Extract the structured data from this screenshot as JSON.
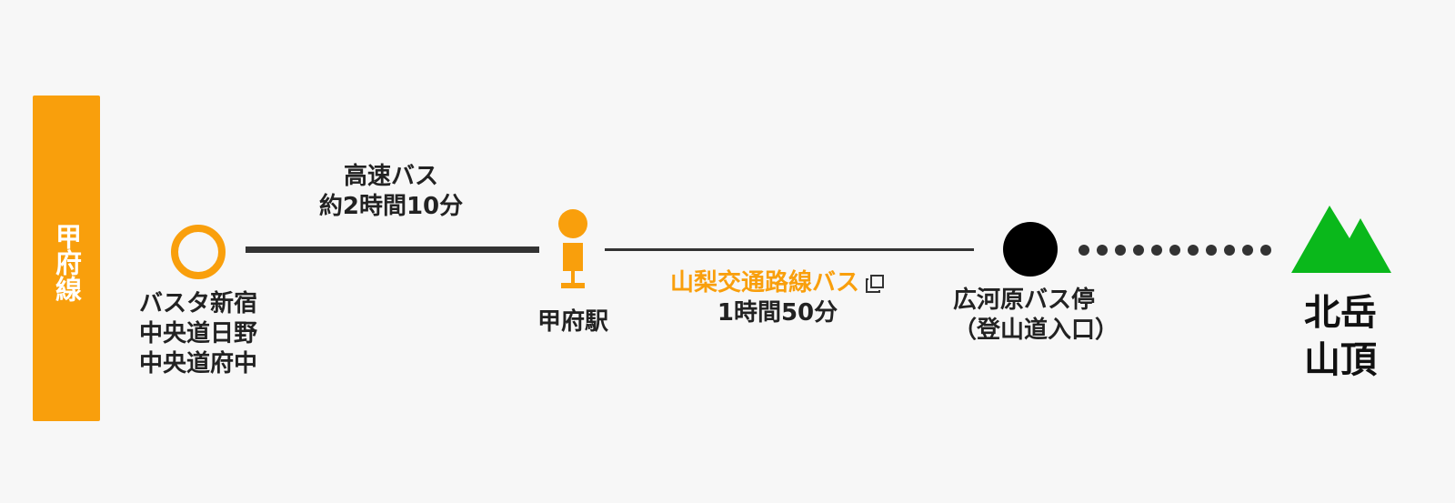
{
  "line_badge": {
    "label": "甲府線"
  },
  "stops": {
    "start": {
      "lines": [
        "バスタ新宿",
        "中央道日野",
        "中央道府中"
      ]
    },
    "kofu": {
      "label": "甲府駅"
    },
    "hirogawara": {
      "lines": [
        "広河原バス停",
        "（登山道入口）"
      ]
    },
    "summit": {
      "lines": [
        "北岳",
        "山頂"
      ]
    }
  },
  "segments": {
    "highway_bus": {
      "name": "高速バス",
      "duration": "約2時間10分"
    },
    "yamanashi_bus": {
      "name": "山梨交通路線バス",
      "duration": "1時間50分"
    }
  },
  "icons": {
    "external_link": "external-link-icon",
    "mountain": "mountain-icon"
  },
  "colors": {
    "orange": "#f99f0c",
    "line_dark": "#333333",
    "mountain_green": "#0ab81b",
    "black": "#000000"
  }
}
